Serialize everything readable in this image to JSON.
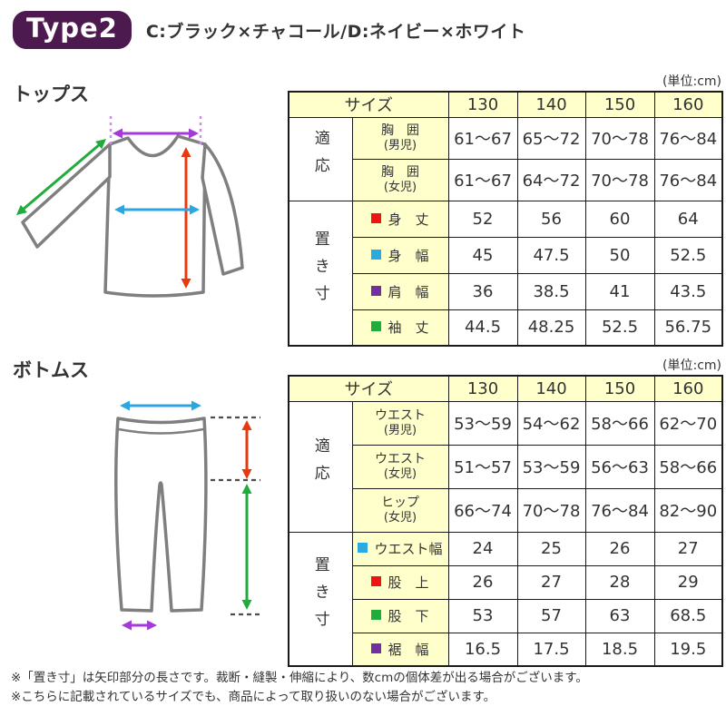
{
  "header": {
    "type_label": "Type2",
    "color_info": "C:ブラック×チャコール/D:ネイビー×ホワイト"
  },
  "colors": {
    "badge_bg": "#4d1a4f",
    "badge_text": "#ffffff",
    "cell_yellow": "#ffffcc",
    "table_border": "#1a1a1a",
    "text": "#333333",
    "arrow_red": "#e8380d",
    "arrow_blue": "#2ca6e0",
    "arrow_green": "#21ab3c",
    "arrow_purple": "#a43bd8",
    "dashed_purple": "#cf8fe8",
    "guide_dash": "#4d4d4d",
    "garment_outline": "#7f7f7f"
  },
  "chart_data": [
    {
      "type": "table",
      "title": "トップス",
      "unit_label": "(単位:cm)",
      "corner_header": "サイズ",
      "size_columns": [
        "130",
        "140",
        "150",
        "160"
      ],
      "row_groups": [
        {
          "group_label": "適応",
          "rows": [
            {
              "name": "胸　囲",
              "sub": "(男児)",
              "values": [
                "61〜67",
                "65〜72",
                "70〜78",
                "76〜84"
              ]
            },
            {
              "name": "胸　囲",
              "sub": "(女児)",
              "values": [
                "61〜67",
                "64〜72",
                "70〜78",
                "76〜84"
              ]
            }
          ]
        },
        {
          "group_label": "置き寸",
          "rows": [
            {
              "name": "身　丈",
              "marker": "#ee1414",
              "values": [
                "52",
                "56",
                "60",
                "64"
              ]
            },
            {
              "name": "身　幅",
              "marker": "#29abe2",
              "values": [
                "45",
                "47.5",
                "50",
                "52.5"
              ]
            },
            {
              "name": "肩　幅",
              "marker": "#7030a0",
              "values": [
                "36",
                "38.5",
                "41",
                "43.5"
              ]
            },
            {
              "name": "袖　丈",
              "marker": "#1eac3c",
              "values": [
                "44.5",
                "48.25",
                "52.5",
                "56.75"
              ]
            }
          ]
        }
      ]
    },
    {
      "type": "table",
      "title": "ボトムス",
      "unit_label": "(単位:cm)",
      "corner_header": "サイズ",
      "size_columns": [
        "130",
        "140",
        "150",
        "160"
      ],
      "row_groups": [
        {
          "group_label": "適応",
          "rows": [
            {
              "name": "ウエスト",
              "sub": "(男児)",
              "values": [
                "53〜59",
                "54〜62",
                "58〜66",
                "62〜70"
              ]
            },
            {
              "name": "ウエスト",
              "sub": "(女児)",
              "values": [
                "51〜57",
                "53〜59",
                "56〜63",
                "58〜66"
              ]
            },
            {
              "name": "ヒップ",
              "sub": "(女児)",
              "values": [
                "66〜74",
                "70〜78",
                "76〜84",
                "82〜90"
              ]
            }
          ]
        },
        {
          "group_label": "置き寸",
          "rows": [
            {
              "name": "ウエスト幅",
              "marker": "#29abe2",
              "values": [
                "24",
                "25",
                "26",
                "27"
              ]
            },
            {
              "name": "股　上",
              "marker": "#ee1414",
              "values": [
                "26",
                "27",
                "28",
                "29"
              ]
            },
            {
              "name": "股　下",
              "marker": "#1eac3c",
              "values": [
                "53",
                "57",
                "63",
                "68.5"
              ]
            },
            {
              "name": "裾　幅",
              "marker": "#7030a0",
              "values": [
                "16.5",
                "17.5",
                "18.5",
                "19.5"
              ]
            }
          ]
        }
      ]
    }
  ],
  "notes": [
    "※「置き寸」は矢印部分の長さです。裁断・縫製・伸縮により、数cmの個体差が出る場合がございます。",
    "※こちらに記載されているサイズでも、商品によって取り扱いのない場合がございます。"
  ]
}
